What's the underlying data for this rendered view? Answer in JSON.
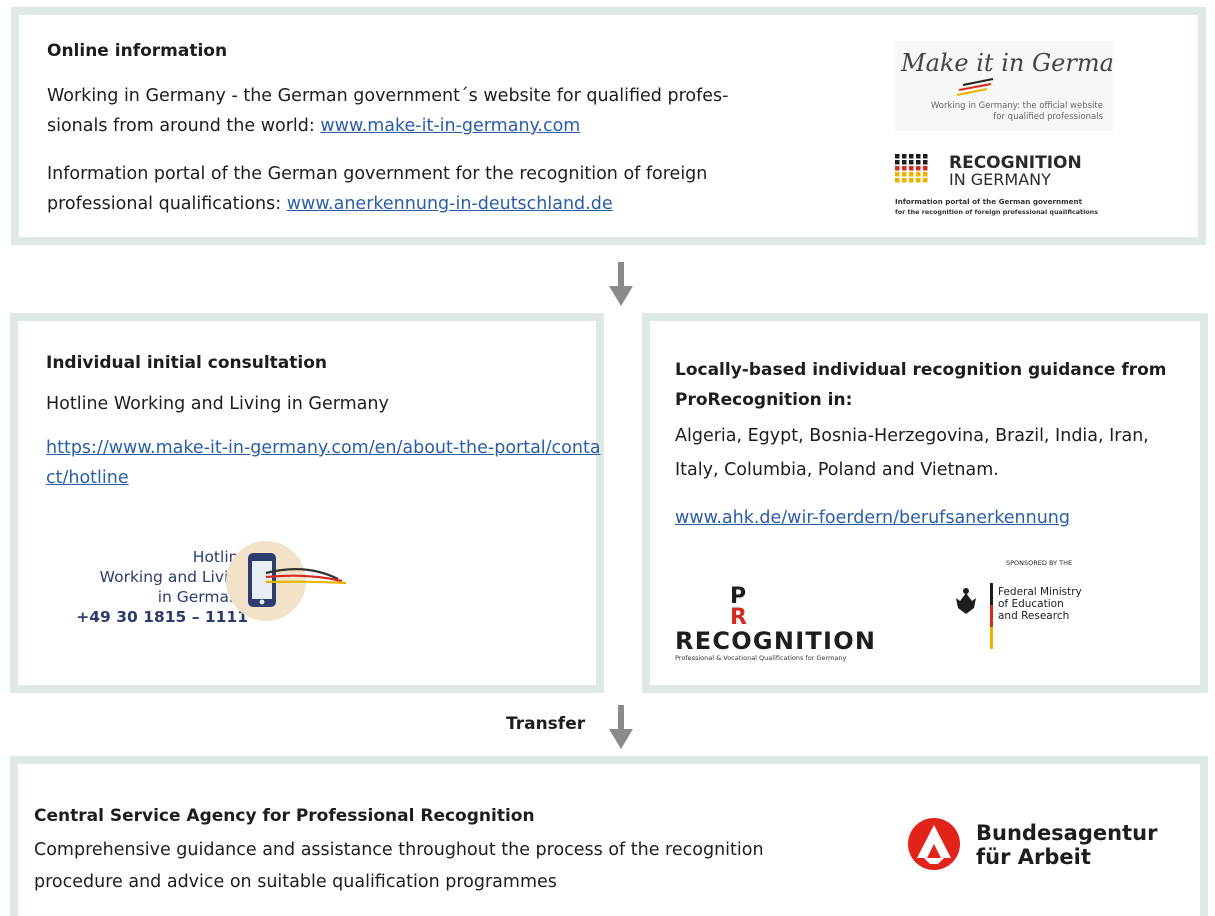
{
  "online": {
    "heading": "Online information",
    "text1": "Working in Germany - the German government´s website for qualified profes-sionals from around the world: ",
    "link1": "www.make-it-in-germany.com",
    "text2": "Information portal of the German government for the recognition of foreign professional qualifications: ",
    "link2": "www.anerkennung-in-deutschland.de",
    "logo_mig_script": "Make it in Germany",
    "logo_mig_caption1": "Working in Germany: the official website",
    "logo_mig_caption2": "for qualified professionals",
    "logo_rig_title1": "RECOGNITION",
    "logo_rig_title2": "IN GERMANY",
    "logo_rig_caption1": "Information portal of the German government",
    "logo_rig_caption2": "for the recognition of foreign professional qualifications"
  },
  "consultation": {
    "heading": "Individual initial consultation",
    "text": "Hotline Working and Living in Germany",
    "link": "https://www.make-it-in-germany.com/en/about-the-portal/contact/hotline",
    "hotline_line1": "Hotline",
    "hotline_line2": "Working and Living",
    "hotline_line3": "in Germany",
    "hotline_number": "+49 30 1815 – 1111"
  },
  "guidance": {
    "heading": "Locally-based individual recognition guidance from ProRecognition in:",
    "countries": "Algeria, Egypt, Bosnia-Herzegovina, Brazil, India, Iran, Italy, Columbia, Poland and Vietnam.",
    "link": "www.ahk.de/wir-foerdern/berufsanerkennung",
    "prorec_p": "P",
    "prorec_r": "R",
    "prorec_word": "RECOGNITION",
    "prorec_caption": "Professional & Vocational Qualifications for Germany",
    "bmbf_sponsored": "SPONSORED BY THE",
    "bmbf_line1": "Federal Ministry",
    "bmbf_line2": "of Education",
    "bmbf_line3": "and Research"
  },
  "transfer_label": "Transfer",
  "central": {
    "heading": "Central Service Agency for Professional Recognition",
    "text": "Comprehensive guidance and assistance throughout the process of the recognition procedure and advice on suitable qualification programmes",
    "ba_line1": "Bundesagentur",
    "ba_line2": "für Arbeit"
  },
  "colors": {
    "border": "#dfe9e4",
    "link": "#2a5ea8",
    "arrow": "#8a8a8a",
    "ba_red": "#e2231a",
    "hotline_blue": "#2b3d6e"
  }
}
